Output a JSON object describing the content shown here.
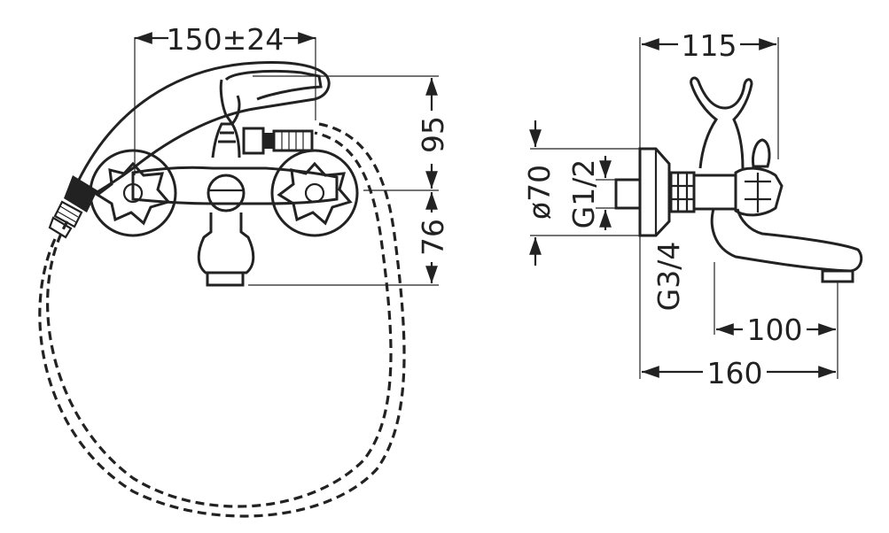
{
  "dimensions": {
    "hose_holder_offset": "150±24",
    "handle_height": "95",
    "spout_height": "76",
    "depth_top": "115",
    "flange_diameter": "ø70",
    "inlet_thread": "G1/2",
    "wall_thread": "G3/4",
    "spout_reach": "100",
    "total_depth": "160"
  },
  "colors": {
    "line": "#222222",
    "background": "#ffffff"
  }
}
